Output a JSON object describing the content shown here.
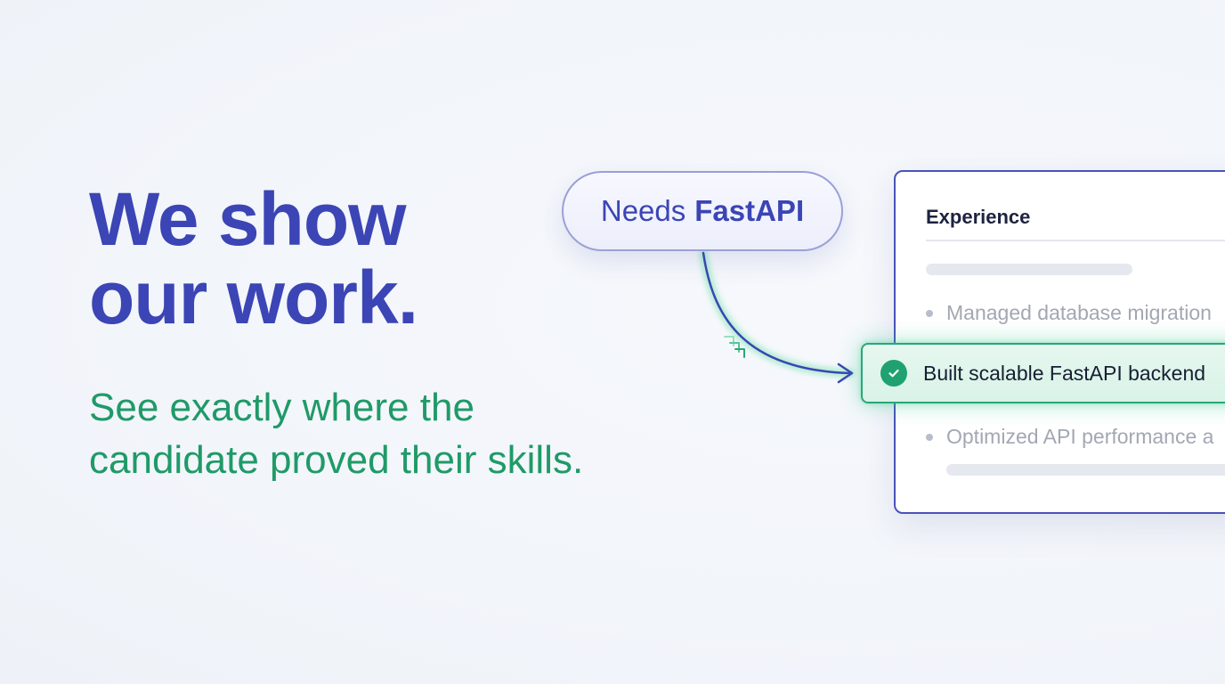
{
  "hero": {
    "headline_line1": "We show",
    "headline_line2": "our work.",
    "subhead_line1": "See exactly where the",
    "subhead_line2": "candidate proved their skills."
  },
  "requirement_pill": {
    "prefix": "Needs",
    "skill": "FastAPI"
  },
  "resume_card": {
    "section_title": "Experience",
    "bullets": [
      "Managed database migration",
      "Optimized API performance a"
    ],
    "highlighted_bullet": "Built scalable FastAPI backend"
  },
  "icons": {
    "check": "check-circle-icon",
    "arrow": "curved-arrow-icon",
    "sparkle": "sparkle-chevrons-icon"
  },
  "colors": {
    "headline": "#3b45b5",
    "subhead": "#1f9a68",
    "highlight_border": "#2aa777",
    "card_border": "#4a52b8"
  }
}
